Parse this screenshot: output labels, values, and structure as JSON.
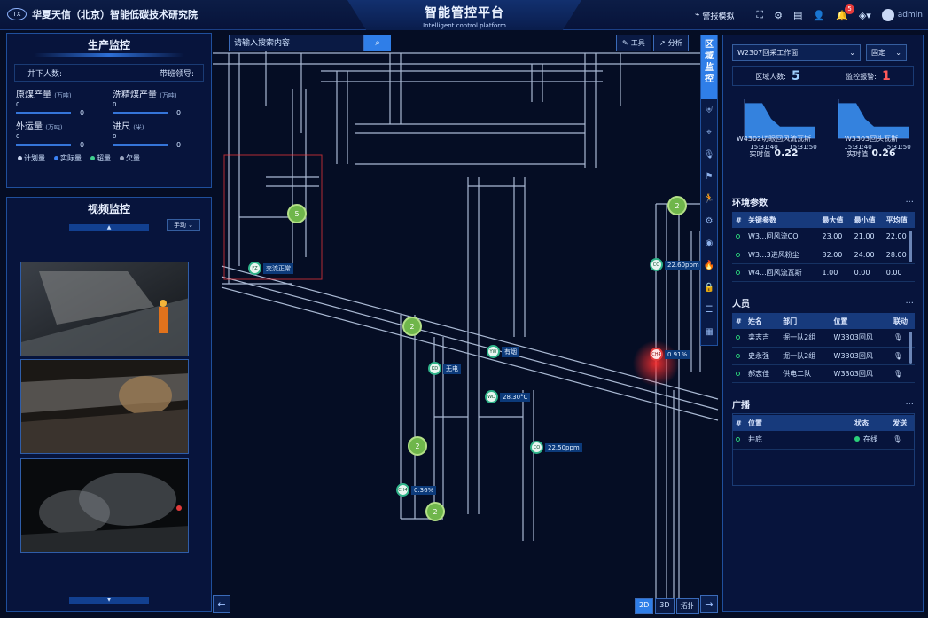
{
  "header": {
    "brand": "华夏天信（北京）智能低碳技术研究院",
    "brand_logo": "TX",
    "title": "智能管控平台",
    "subtitle": "Intelligent control platform",
    "alarm_sim": "警报模拟",
    "alarm_count": "5",
    "user": "admin",
    "icons": [
      "bell-icon",
      "fullscreen-icon",
      "gear-icon",
      "chart-icon",
      "user-icon",
      "alarm-icon",
      "paint-icon",
      "avatar-icon"
    ]
  },
  "production": {
    "title": "生产监控",
    "underground_label": "井下人数:",
    "leader_label": "带班领导:",
    "metrics": [
      {
        "label": "原煤产量",
        "unit": "(万吨)",
        "plan": "0",
        "actual": "0"
      },
      {
        "label": "洗精煤产量",
        "unit": "(万吨)",
        "plan": "0",
        "actual": "0"
      },
      {
        "label": "外运量",
        "unit": "(万吨)",
        "plan": "0",
        "actual": "0"
      },
      {
        "label": "进尺",
        "unit": "(米)",
        "plan": "0",
        "actual": "0"
      }
    ],
    "legend": [
      {
        "label": "计划量",
        "color": "#c8d4ee"
      },
      {
        "label": "实际量",
        "color": "#3b82f6"
      },
      {
        "label": "超量",
        "color": "#3fd08f"
      },
      {
        "label": "欠量",
        "color": "#9aa6c0"
      }
    ]
  },
  "video": {
    "title": "视频监控",
    "mode": "手动"
  },
  "map": {
    "search_placeholder": "请输入搜索内容",
    "tool_label": "工具",
    "analysis_label": "分析",
    "view_2d": "2D",
    "view_3d": "3D",
    "view_topo": "拓扑",
    "markers": [
      {
        "code": "FZ",
        "label": "交流正常"
      },
      {
        "code": "KD",
        "label": "无电"
      },
      {
        "code": "YW",
        "label": "有烟"
      },
      {
        "code": "WD",
        "label": "28.30°C"
      },
      {
        "code": "CO",
        "label": "22.50ppm"
      },
      {
        "code": "CH4",
        "label": "0.36%"
      },
      {
        "code": "CO",
        "label": "22.60ppm"
      },
      {
        "code": "CH4",
        "label": "0.91%"
      }
    ],
    "clusters": [
      "5",
      "2",
      "2",
      "2",
      "2"
    ]
  },
  "rail": {
    "main_label": "区域监控"
  },
  "right": {
    "workface": "W2307回采工作面",
    "mode": "固定",
    "area_people_label": "区域人数:",
    "area_people": "5",
    "alarm_label": "监控报警:",
    "alarm_value": "1",
    "sparklines": [
      {
        "name": "W4302切眼回风流瓦斯",
        "t1": "15:31:40",
        "t2": "15:31:50",
        "value_label": "实时值",
        "value": "0.22",
        "values": [
          0.9,
          0.9,
          0.9,
          0.5,
          0.3,
          0.3,
          0.3,
          0.3,
          0.3
        ]
      },
      {
        "name": "W3303回头瓦斯",
        "t1": "15:31:40",
        "t2": "15:31:50",
        "value_label": "实时值",
        "value": "0.26",
        "values": [
          0.9,
          0.9,
          0.9,
          0.5,
          0.3,
          0.3,
          0.3,
          0.3,
          0.3
        ]
      }
    ],
    "env": {
      "title": "环境参数",
      "more": "...",
      "headers": [
        "#",
        "关键参数",
        "最大值",
        "最小值",
        "平均值"
      ],
      "rows": [
        [
          "W3...回风流CO",
          "23.00",
          "21.00",
          "22.00"
        ],
        [
          "W3...3进风粉尘",
          "32.00",
          "24.00",
          "28.00"
        ],
        [
          "W4...回风流瓦斯",
          "1.00",
          "0.00",
          "0.00"
        ]
      ]
    },
    "people": {
      "title": "人员",
      "more": "...",
      "headers": [
        "#",
        "姓名",
        "部门",
        "位置",
        "联动"
      ],
      "rows": [
        [
          "栾志吉",
          "掘一队2组",
          "W3303回风"
        ],
        [
          "史永强",
          "掘一队2组",
          "W3303回风"
        ],
        [
          "郝志佳",
          "供电二队",
          "W3303回风"
        ]
      ]
    },
    "broadcast": {
      "title": "广播",
      "more": "...",
      "headers": [
        "#",
        "位置",
        "状态",
        "发送"
      ],
      "rows": [
        [
          "井底",
          "在线"
        ]
      ]
    }
  }
}
